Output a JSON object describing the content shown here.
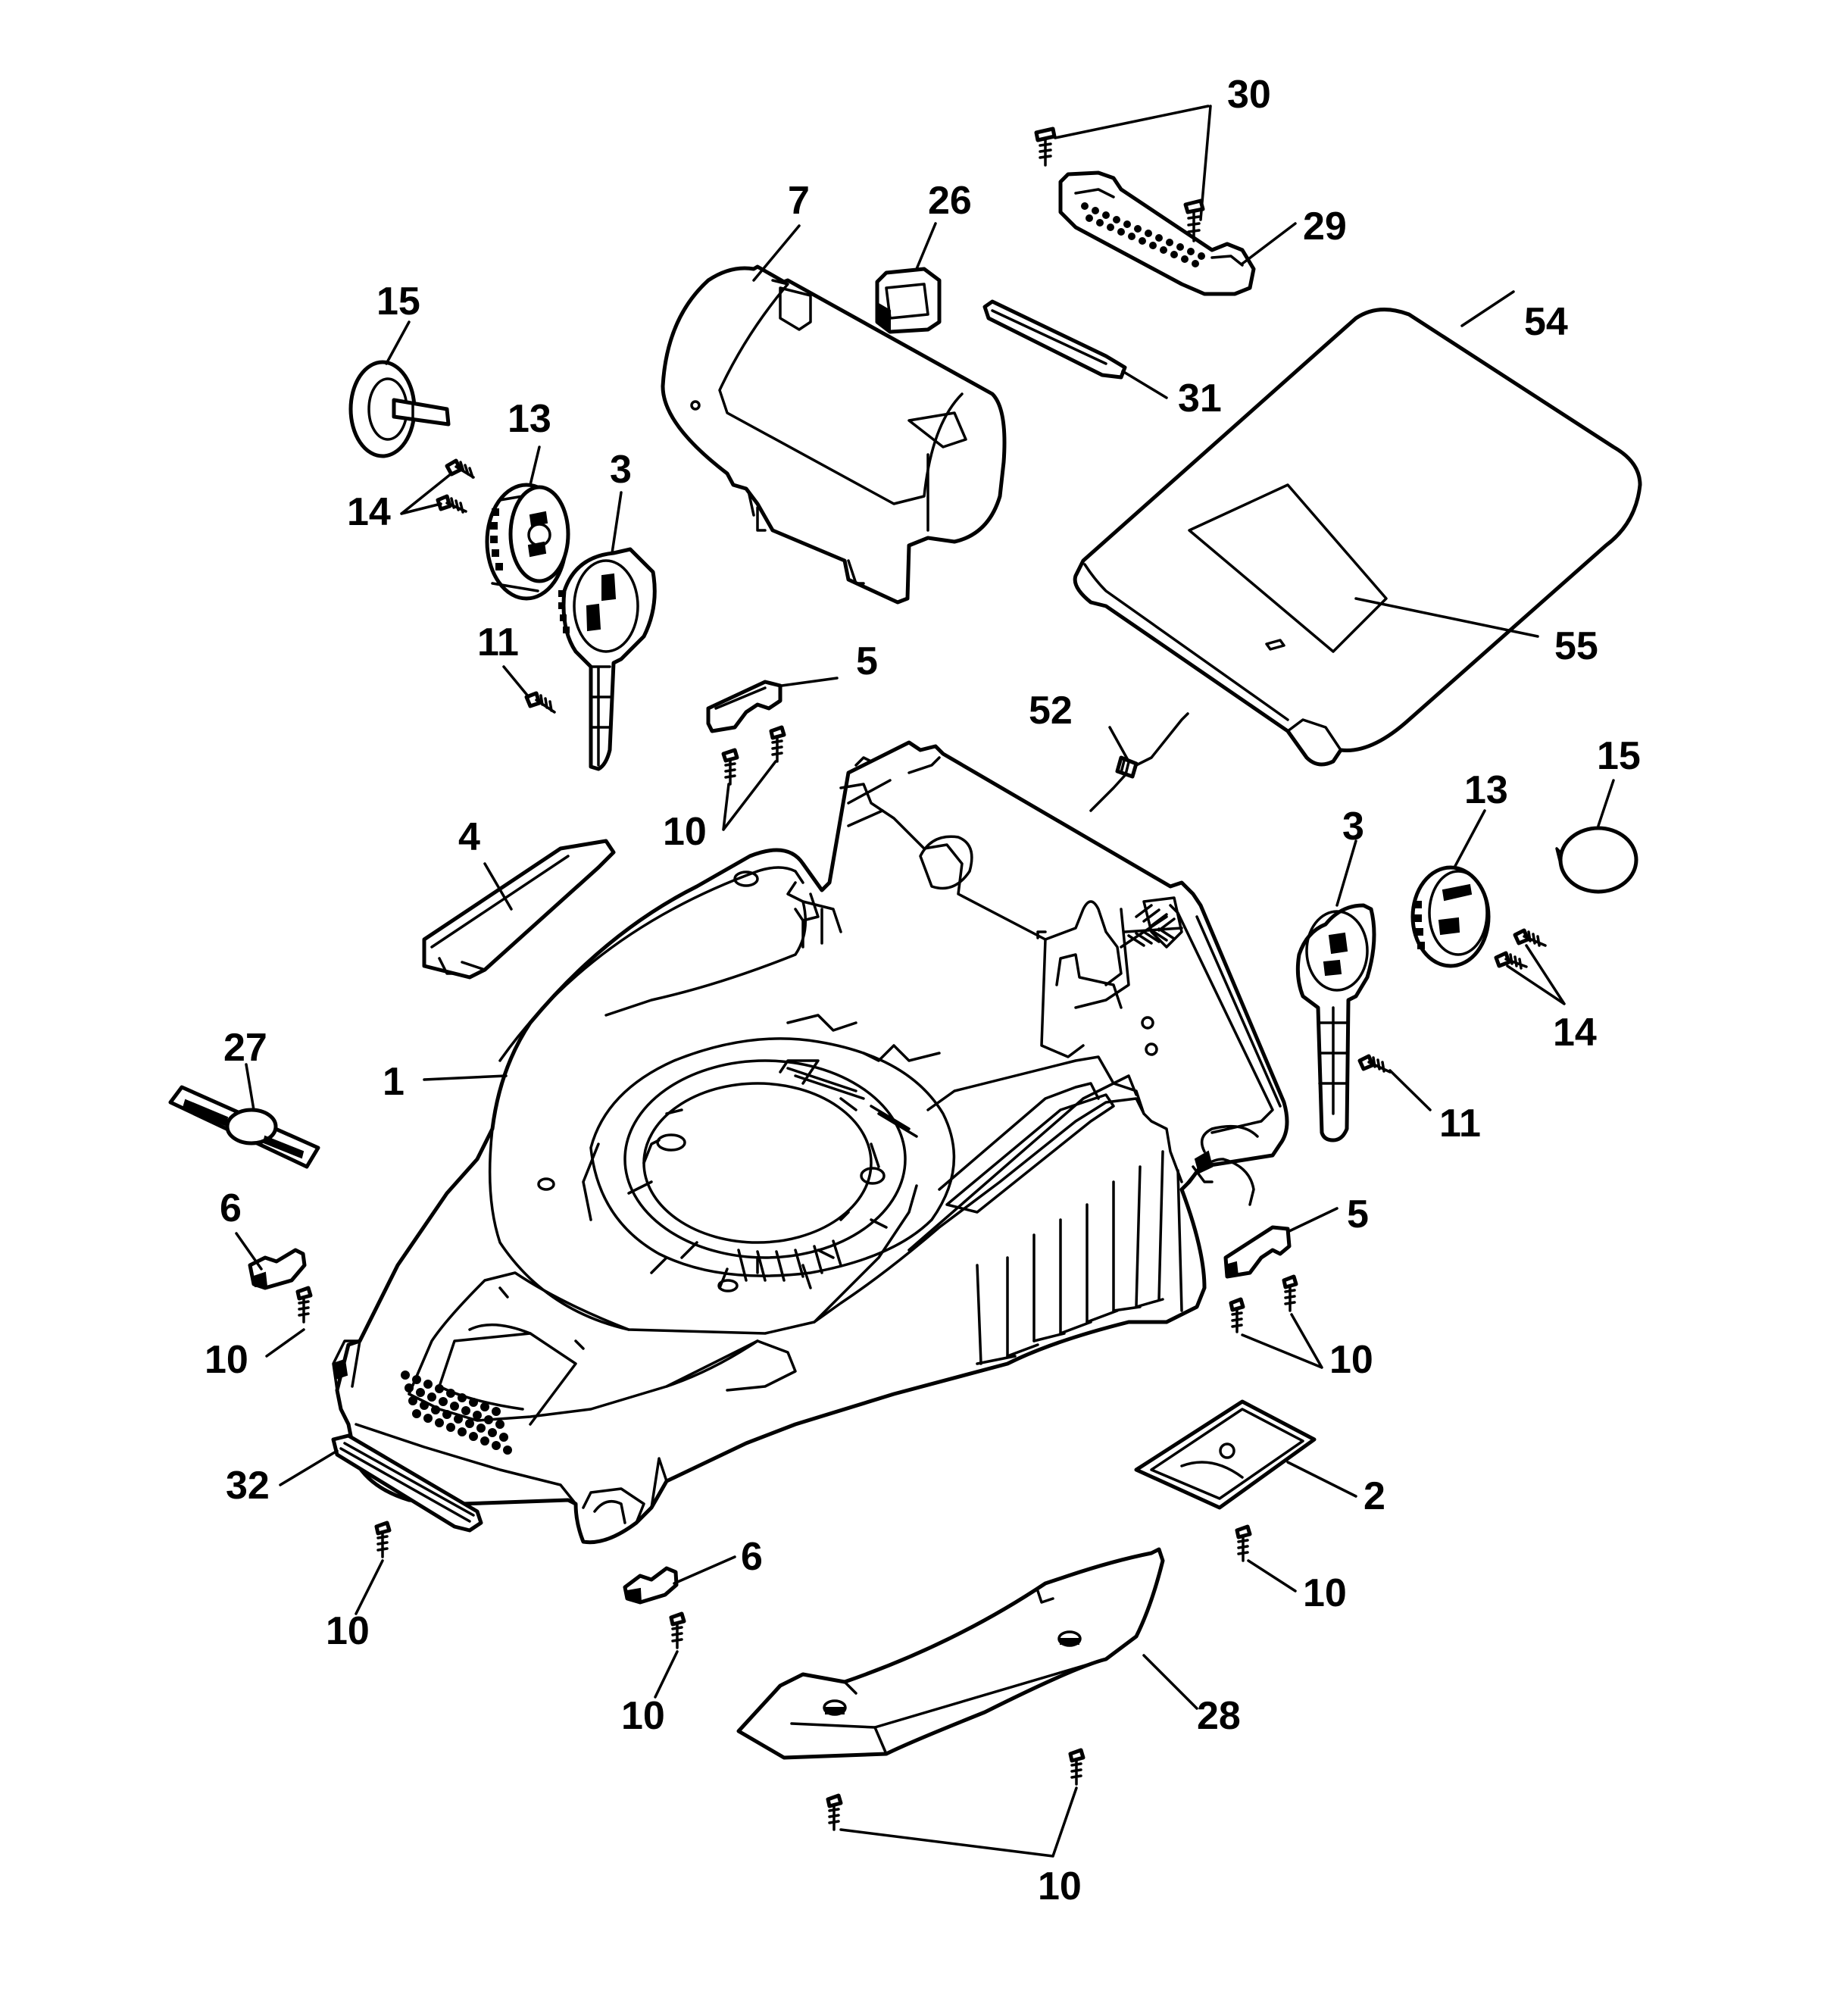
{
  "diagram": {
    "type": "exploded parts diagram",
    "callouts": [
      {
        "id": "c30",
        "label": "30"
      },
      {
        "id": "c7",
        "label": "7"
      },
      {
        "id": "c26",
        "label": "26"
      },
      {
        "id": "c29",
        "label": "29"
      },
      {
        "id": "c15a",
        "label": "15"
      },
      {
        "id": "c54",
        "label": "54"
      },
      {
        "id": "c31",
        "label": "31"
      },
      {
        "id": "c13a",
        "label": "13"
      },
      {
        "id": "c3a",
        "label": "3"
      },
      {
        "id": "c14a",
        "label": "14"
      },
      {
        "id": "c11a",
        "label": "11"
      },
      {
        "id": "c5a",
        "label": "5"
      },
      {
        "id": "c55",
        "label": "55"
      },
      {
        "id": "c52",
        "label": "52"
      },
      {
        "id": "c15b",
        "label": "15"
      },
      {
        "id": "c10a",
        "label": "10"
      },
      {
        "id": "c4",
        "label": "4"
      },
      {
        "id": "c13b",
        "label": "13"
      },
      {
        "id": "c3b",
        "label": "3"
      },
      {
        "id": "c27",
        "label": "27"
      },
      {
        "id": "c14b",
        "label": "14"
      },
      {
        "id": "c1",
        "label": "1"
      },
      {
        "id": "c11b",
        "label": "11"
      },
      {
        "id": "c6a",
        "label": "6"
      },
      {
        "id": "c5b",
        "label": "5"
      },
      {
        "id": "c10b",
        "label": "10"
      },
      {
        "id": "c10c",
        "label": "10"
      },
      {
        "id": "c32",
        "label": "32"
      },
      {
        "id": "c2",
        "label": "2"
      },
      {
        "id": "c6b",
        "label": "6"
      },
      {
        "id": "c10d",
        "label": "10"
      },
      {
        "id": "c10e",
        "label": "10"
      },
      {
        "id": "c10f",
        "label": "10"
      },
      {
        "id": "c28",
        "label": "28"
      },
      {
        "id": "c10g",
        "label": "10"
      }
    ]
  }
}
